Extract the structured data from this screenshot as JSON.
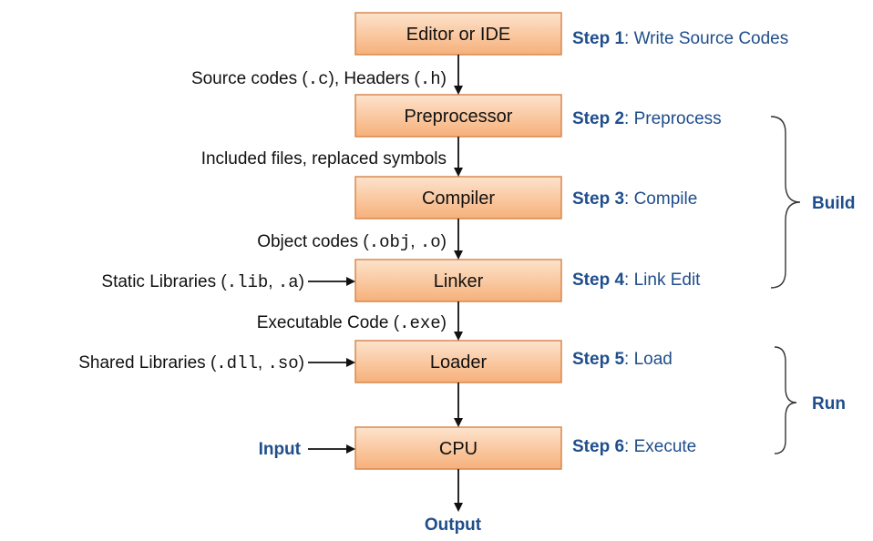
{
  "colors": {
    "box_fill_top": "#fde3cc",
    "box_fill_bottom": "#f6b07a",
    "box_border": "#d9894f",
    "step_blue": "#1f4e8c",
    "arrow": "#111111"
  },
  "stages": [
    {
      "label": "Editor or IDE",
      "step_num": "Step 1",
      "step_desc": ": Write Source Codes"
    },
    {
      "label": "Preprocessor",
      "step_num": "Step 2",
      "step_desc": ": Preprocess"
    },
    {
      "label": "Compiler",
      "step_num": "Step 3",
      "step_desc": ": Compile"
    },
    {
      "label": "Linker",
      "step_num": "Step 4",
      "step_desc": ": Link Edit"
    },
    {
      "label": "Loader",
      "step_num": "Step 5",
      "step_desc": ": Load"
    },
    {
      "label": "CPU",
      "step_num": "Step 6",
      "step_desc": ": Execute"
    }
  ],
  "flows": [
    {
      "text": "Source codes (",
      "code1": ".c",
      "mid": "), Headers (",
      "code2": ".h",
      "end": ")"
    },
    {
      "text": "Included files, replaced symbols"
    },
    {
      "text": "Object codes (",
      "code1": ".obj",
      "mid": ", ",
      "code2": ".o",
      "end": ")"
    },
    {
      "text": "Executable Code (",
      "code1": ".exe",
      "end": ")"
    }
  ],
  "side_inputs": [
    {
      "text": "Static Libraries (",
      "code1": ".lib",
      "mid": ", ",
      "code2": ".a",
      "end": ")"
    },
    {
      "text": "Shared Libraries (",
      "code1": ".dll",
      "mid": ", ",
      "code2": ".so",
      "end": ")"
    },
    {
      "text": "Input"
    }
  ],
  "groups": [
    {
      "label": "Build"
    },
    {
      "label": "Run"
    }
  ],
  "output_label": "Output"
}
